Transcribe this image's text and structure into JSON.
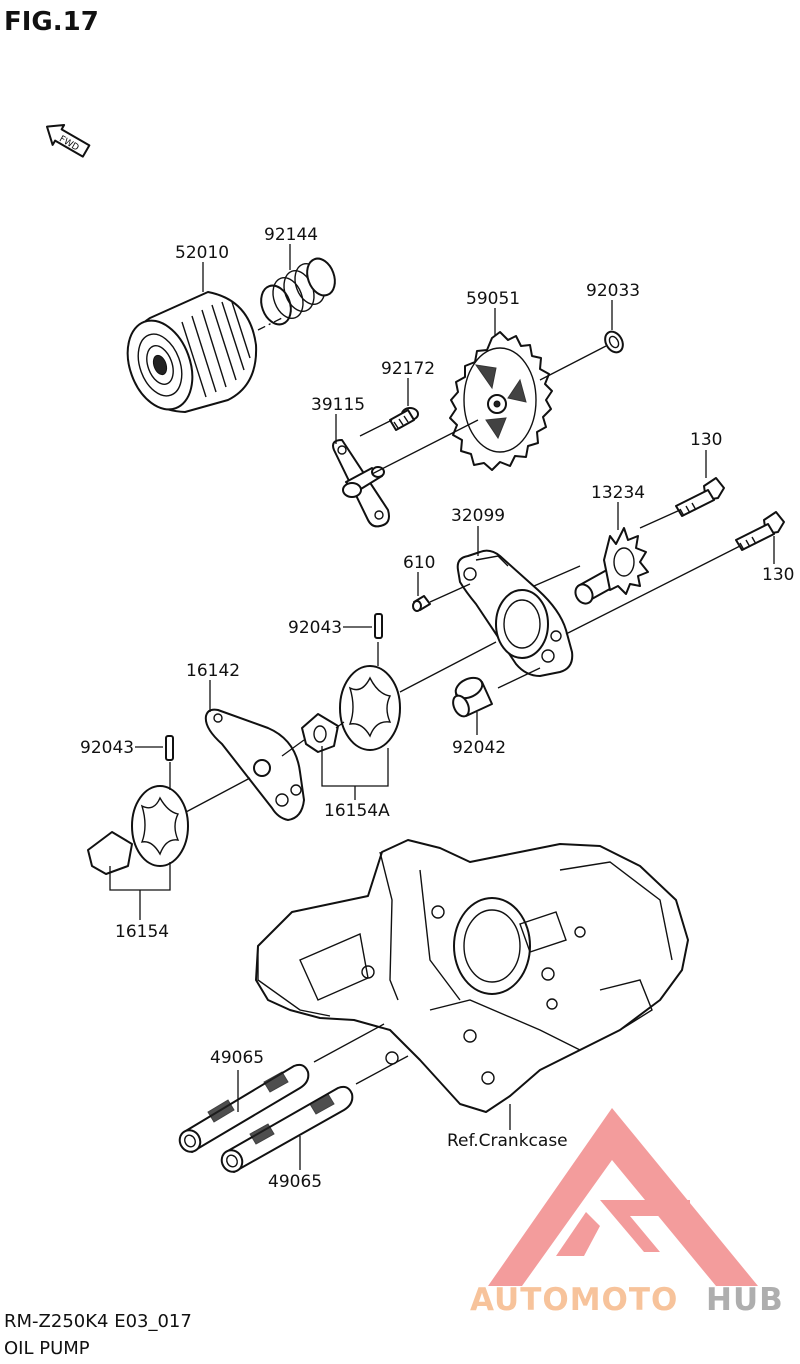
{
  "figure": {
    "title": "FIG.17"
  },
  "fwd_arrow": {
    "label": "FWD",
    "icon": "fwd-arrow-icon"
  },
  "labels": {
    "p52010": "52010",
    "p92144": "92144",
    "p59051": "59051",
    "p92033": "92033",
    "p92172": "92172",
    "p39115": "39115",
    "p130a": "130",
    "p13234": "13234",
    "p32099": "32099",
    "p610": "610",
    "p130b": "130",
    "p92043a": "92043",
    "p16142": "16142",
    "p92042": "92042",
    "p92043b": "92043",
    "p16154A": "16154A",
    "p16154": "16154",
    "p49065a": "49065",
    "p49065b": "49065",
    "crankcase": "Ref.Crankcase"
  },
  "footer": {
    "model_code": "RM-Z250K4 E03_017",
    "section": "OIL PUMP"
  },
  "watermark": {
    "text_orange": "AUTOMOTO",
    "text_gray": "HUB",
    "color_orange": "#f6b98a",
    "color_gray": "#a0a0a0",
    "color_logo": "#f18b8b"
  }
}
